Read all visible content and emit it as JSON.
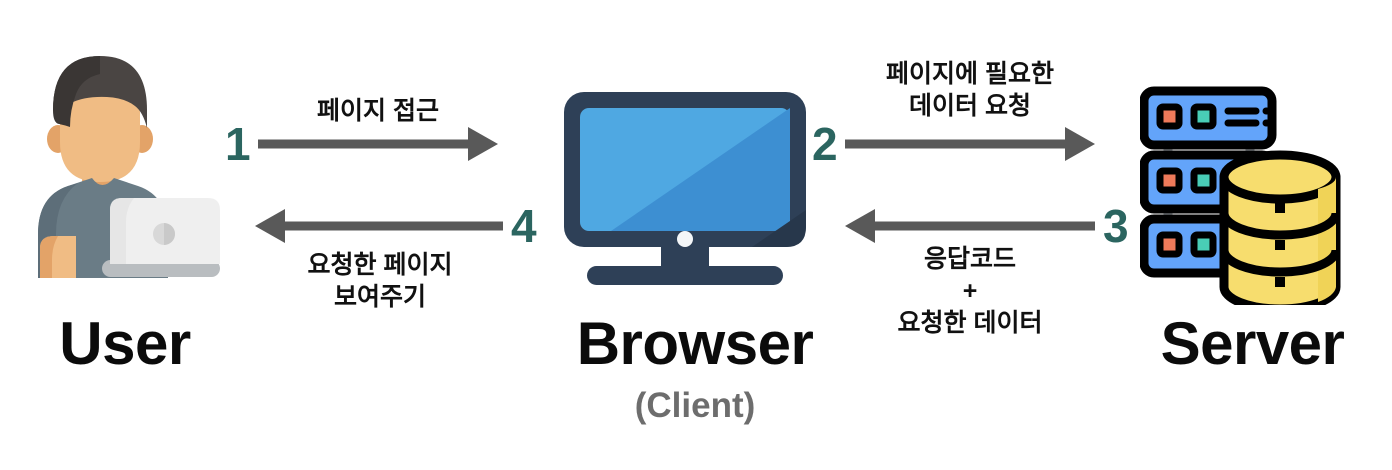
{
  "diagram": {
    "title_hidden": "",
    "background": "#ffffff",
    "accent_number_color": "#2b6560",
    "arrow_color": "#595959"
  },
  "nodes": [
    {
      "id": "user",
      "label": "User",
      "sublabel": "",
      "icon": "person-with-laptop-icon"
    },
    {
      "id": "browser",
      "label": "Browser",
      "sublabel": "(Client)",
      "icon": "desktop-monitor-icon"
    },
    {
      "id": "server",
      "label": "Server",
      "sublabel": "",
      "icon": "server-rack-database-icon"
    }
  ],
  "flows": [
    {
      "number": "1",
      "label": "페이지 접근",
      "direction": "right",
      "from": "user",
      "to": "browser"
    },
    {
      "number": "2",
      "label": "페이지에 필요한\n데이터 요청",
      "direction": "right",
      "from": "browser",
      "to": "server"
    },
    {
      "number": "3",
      "label": "응답코드\n+\n요청한 데이터",
      "direction": "left",
      "from": "server",
      "to": "browser"
    },
    {
      "number": "4",
      "label": "요청한 페이지\n보여주기",
      "direction": "left",
      "from": "browser",
      "to": "user"
    }
  ],
  "palette": {
    "hair_dark": "#3a3634",
    "hair_light": "#4a4543",
    "skin": "#f0bc84",
    "skin_shade": "#e3a368",
    "shirt": "#6a7c86",
    "shirt_shade": "#5d6e79",
    "laptop_lid": "#efefef",
    "laptop_lid_shade": "#e2e2e2",
    "laptop_base": "#b9bdc0",
    "monitor_bezel": "#2e4057",
    "monitor_bezel_dark": "#27374b",
    "screen_light": "#4fa8e2",
    "screen_dark": "#3d8fd2",
    "rack_blue": "#63a4fa",
    "rack_blue_dark": "#4f93f2",
    "led_orange": "#ef7a5a",
    "led_teal": "#49cdb6",
    "db_yellow": "#f7dd6e",
    "db_yellow_dark": "#f0d357",
    "outline_black": "#000000"
  }
}
